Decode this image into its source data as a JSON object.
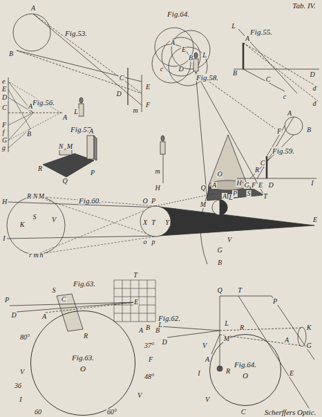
{
  "diagram": {
    "nodes": [
      {
        "text": [
          "Fig.63.",
          "O"
        ]
      },
      {
        "text": [
          "Fig.64.",
          "O"
        ]
      }
    ],
    "labels": [
      "Tab. IV.",
      "Fig.53.",
      "A",
      "B",
      "C",
      "D",
      "E",
      "F",
      "m",
      "Fig.56.",
      "e",
      "E",
      "D",
      "C",
      "A",
      "A",
      "B",
      "F",
      "f",
      "G",
      "g",
      "L",
      "Fig.57.",
      "N",
      "M",
      "A",
      "R",
      "Q",
      "P",
      "Fig.64.",
      "A",
      "E",
      "B",
      "c",
      "D",
      "Fig.55.",
      "L",
      "A",
      "B",
      "C",
      "c",
      "D",
      "d",
      "d",
      "L",
      "Fig.58.",
      "F",
      "O",
      "A",
      "P",
      "S",
      "R",
      "T",
      "Q",
      "M",
      "m",
      "H",
      "A",
      "B",
      "Fig.59.",
      "C",
      "H",
      "G",
      "F",
      "E",
      "D",
      "I",
      "H",
      "I",
      "K",
      "R",
      "N",
      "M",
      "S",
      "V",
      "r",
      "m",
      "h",
      "Fig.60.",
      "O",
      "P",
      "X",
      "T",
      "Y",
      "o",
      "p",
      "A",
      "L",
      "V",
      "E",
      "G",
      "B",
      "Fig.63.",
      "T",
      "S",
      "P",
      "D",
      "A",
      "C",
      "R",
      "E",
      "B",
      "L",
      "Q",
      "T",
      "P",
      "Fig.62.",
      "B",
      "D",
      "A",
      "L",
      "M",
      "K",
      "G",
      "R",
      "80°",
      "37°",
      "A",
      "F",
      "48°",
      "V",
      "60°",
      "60",
      "I",
      "36",
      "V",
      "R",
      "A",
      "V",
      "I",
      "E",
      "V",
      "C",
      "Scherffers Optic."
    ]
  }
}
